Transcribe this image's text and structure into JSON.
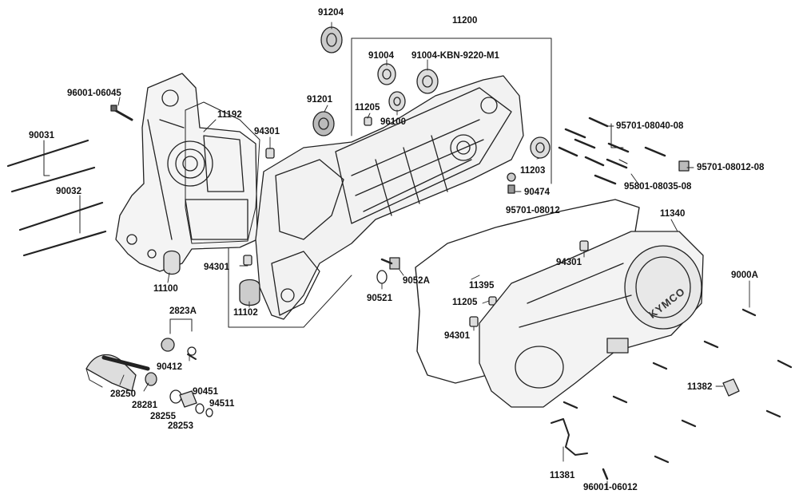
{
  "labels": {
    "p91204": "91204",
    "p11200": "11200",
    "p91004": "91004",
    "p91004kbn": "91004-KBN-9220-M1",
    "p96001a": "96001-06045",
    "p91201": "91201",
    "p11192": "11192",
    "p11205a": "11205",
    "p96100": "96100",
    "p94301a": "94301",
    "p90031": "90031",
    "p95701a": "95701-08040-08",
    "p11203": "11203",
    "p95701b": "95701-08012-08",
    "p90032": "90032",
    "p90474": "90474",
    "p95801": "95801-08035-08",
    "p95701c": "95701-08012",
    "p11340": "11340",
    "p94301b": "94301",
    "p94301c": "94301",
    "p9052A": "9052A",
    "p11100": "11100",
    "p11395": "11395",
    "p9000A": "9000A",
    "p90521": "90521",
    "p11102": "11102",
    "p11205b": "11205",
    "p2823A": "2823A",
    "p94301d": "94301",
    "p90412": "90412",
    "p90451": "90451",
    "p94511": "94511",
    "p28250": "28250",
    "p28281": "28281",
    "p28255": "28255",
    "p28253": "28253",
    "p11382": "11382",
    "p11381": "11381",
    "p96001b": "96001-06012"
  },
  "cover_logo": "KYMCO"
}
